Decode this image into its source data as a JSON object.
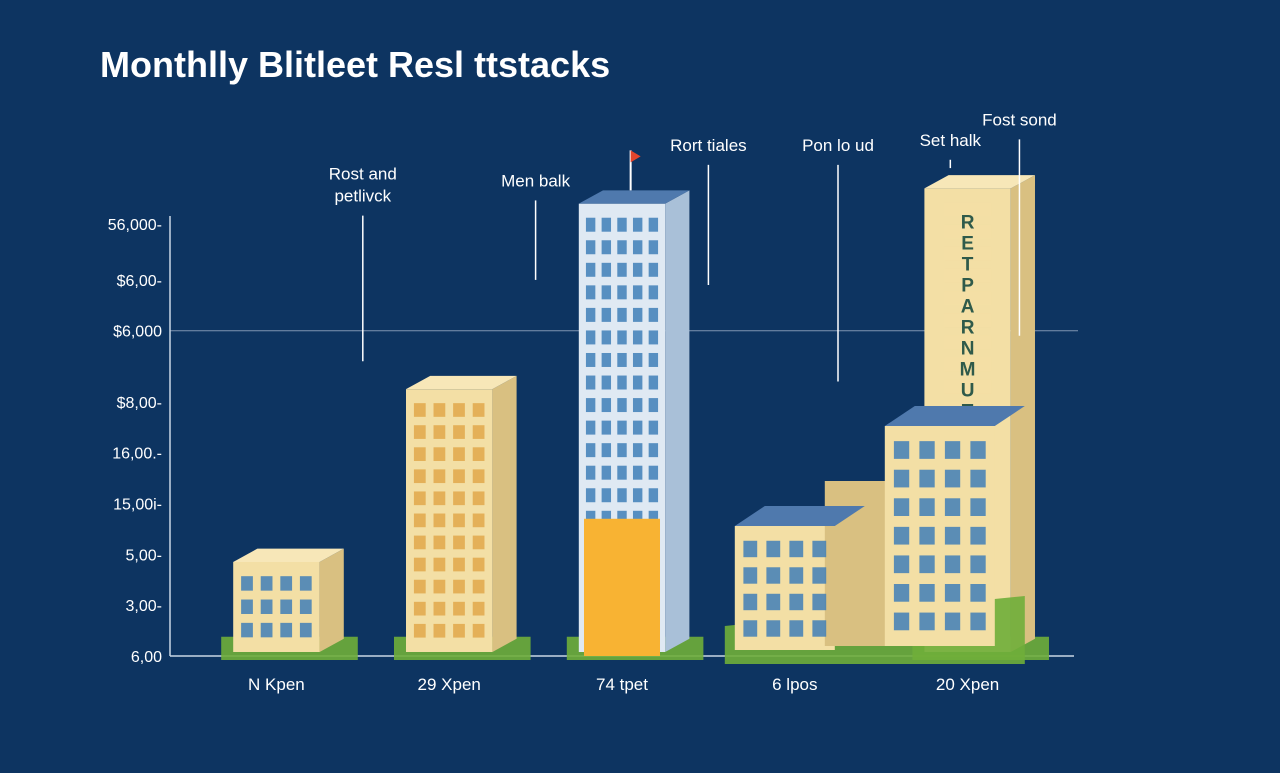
{
  "colors": {
    "background": "#0d3461",
    "axis": "#c9d6e6",
    "text": "#ffffff",
    "bar_highlight": "#f8b333",
    "building_face": "#f3dfa5",
    "building_side": "#d9c081",
    "building_roof": "#f7e7b8",
    "tower_blue": "#4f79ad",
    "grass": "#6fae3a",
    "window": "#3f7fb7",
    "flag": "#e4452c"
  },
  "chart_data": {
    "type": "bar",
    "title": "Monthlly Blitleet Resl ttstacks",
    "xlabel": "",
    "ylabel": "",
    "categories": [
      "N Kpen",
      "29 Xpen",
      "74 tpet",
      "6 lpos",
      "20 Xpen"
    ],
    "y_tick_labels": [
      "6,00",
      "3,00-",
      "5,00-",
      "15,00i-",
      "16,00.-",
      "$8,00-",
      "$6,000",
      "$6,00-",
      "56,000-"
    ],
    "y_tick_values": [
      0,
      1,
      2,
      3,
      4,
      5,
      6.4,
      7.4,
      8.5
    ],
    "ylim": [
      0,
      8.5
    ],
    "grid_lines": [
      6.4
    ],
    "legend": "none",
    "annotations": [
      {
        "text_lines": [
          "Rost and",
          "petlivck"
        ],
        "x": 1.0,
        "y_top": 8.9,
        "y_bottom": 5.8
      },
      {
        "text_lines": [
          "Men balk"
        ],
        "x": 2.0,
        "y_top": 9.2,
        "y_bottom": 7.4
      },
      {
        "text_lines": [
          "Rort tiales"
        ],
        "x": 3.0,
        "y_top": 9.9,
        "y_bottom": 7.3
      },
      {
        "text_lines": [
          "Pon lo ud"
        ],
        "x": 3.75,
        "y_top": 9.9,
        "y_bottom": 5.4
      },
      {
        "text_lines": [
          "Set halk"
        ],
        "x": 4.4,
        "y_top": 10.0,
        "y_bottom": 9.6
      },
      {
        "text_lines": [
          "Fost sond"
        ],
        "x": 4.8,
        "y_top": 10.4,
        "y_bottom": 6.3
      }
    ],
    "series": [
      {
        "values": [
          1.85,
          5.25,
          8.9,
          0,
          9.2
        ]
      }
    ],
    "highlight_bar": {
      "category": "74 tpet",
      "value": 2.7
    },
    "building_sign": "RETPARNMUTS"
  }
}
